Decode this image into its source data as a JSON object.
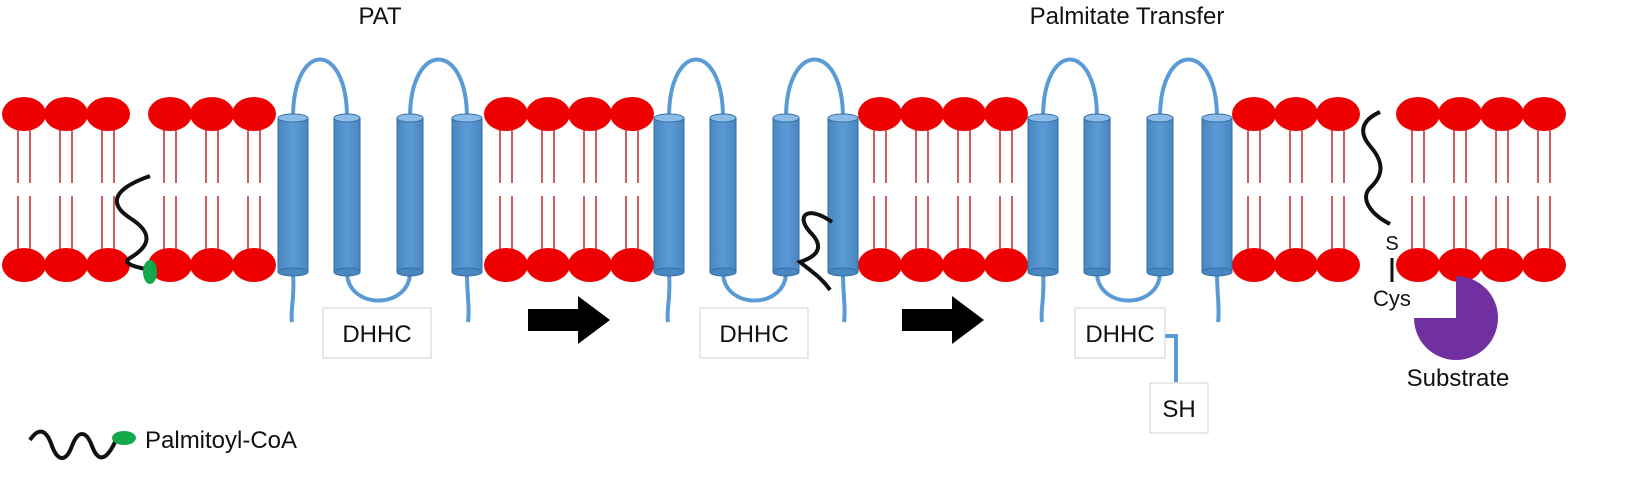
{
  "labels": {
    "pat": "PAT",
    "palmitate_transfer": "Palmitate Transfer",
    "dhhc": "DHHC",
    "sh": "SH",
    "s": "S",
    "cys": "Cys",
    "substrate": "Substrate",
    "legend_palmitoyl_coa": "Palmitoyl-CoA"
  },
  "colors": {
    "lipid_head": "#ee0000",
    "lipid_tail": "#c0292b",
    "helix": "#5b9bd5",
    "helix_edge": "#2f6ea8",
    "loop": "#5b9bd5",
    "palmitate": "#111111",
    "coa_group": "#13a84a",
    "substrate": "#7030a0",
    "arrow": "#000000",
    "box_border": "#d0d0d0"
  },
  "icons": [
    "lipid-bilayer",
    "transmembrane-helix",
    "palmitate-chain",
    "coa-ellipse",
    "substrate-pacman",
    "process-arrow"
  ]
}
